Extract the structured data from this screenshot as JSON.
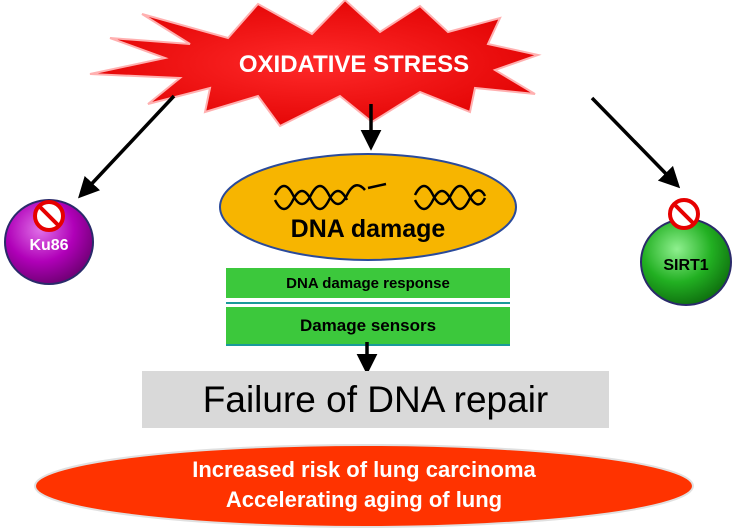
{
  "header": {
    "stress_label": "OXIDATIVE STRESS"
  },
  "nodes": {
    "ku86": "Ku86",
    "sirt1": "SIRT1",
    "dna_damage": "DNA damage",
    "response": "DNA damage response",
    "sensors": "Damage sensors",
    "repair_failure": "Failure of DNA repair",
    "outcome_line1": "Increased risk of lung carcinoma",
    "outcome_line2": "Accelerating aging of lung"
  },
  "colors": {
    "starburst": "#ff1a1a",
    "starburst_outline": "#ff9a9a",
    "dna_ellipse": "#f7b500",
    "ku86": "#a000a8",
    "sirt1": "#1fa81f",
    "green_bars": "#3cc83c",
    "repair_box": "#d9d9d9",
    "outcome": "#ff3300",
    "prohibit": "#e60000"
  },
  "icons": [
    "prohibit-icon",
    "dna-strand-icon",
    "arrow-down-icon"
  ]
}
